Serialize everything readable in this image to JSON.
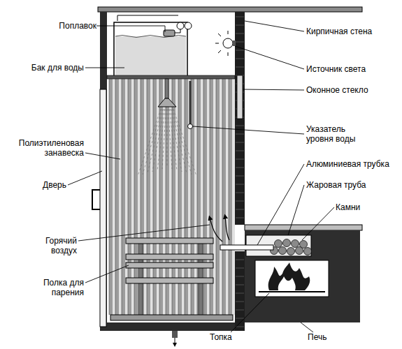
{
  "diagram": {
    "labels": [
      "Поплавок",
      "Кирпичная стена",
      "Бак для воды",
      "Источник света",
      "Оконное стекло",
      "Полиэтиленовая занавеска",
      "Указатель уровня воды",
      "Дверь",
      "Алюминиевая трубка",
      "Жаровая труба",
      "Камни",
      "Горячий воздух",
      "Полка для парения",
      "Топка",
      "Печь"
    ]
  }
}
